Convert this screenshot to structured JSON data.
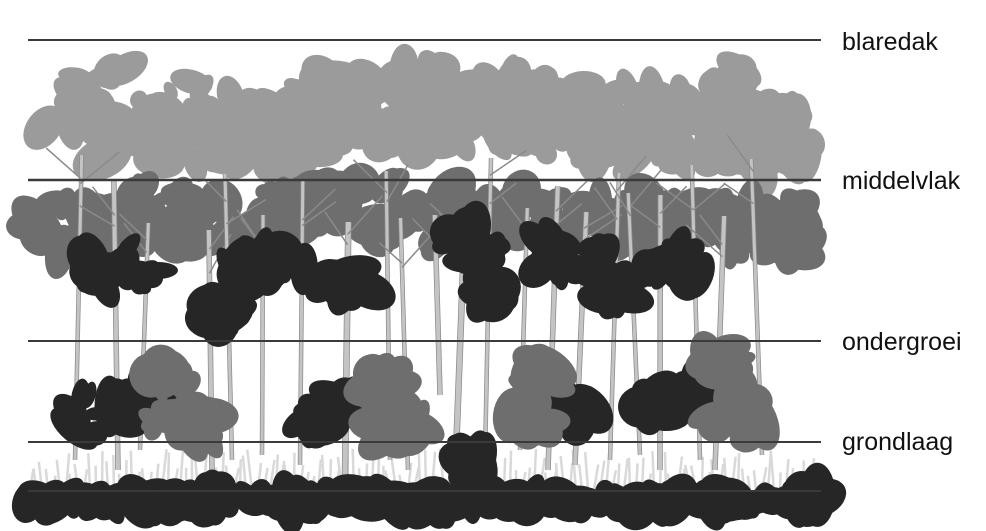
{
  "layers": [
    {
      "label": "blaredak"
    },
    {
      "label": "middelvlak"
    },
    {
      "label": "ondergroei"
    },
    {
      "label": "grondlaag"
    }
  ],
  "colors": {
    "canopy": "#9b9b9b",
    "middle": "#6e6e6e",
    "dark": "#262626",
    "trunk": "#c4c4c4",
    "trunk_outline": "#8a8a8a",
    "grass": "#d9d9d9",
    "line": "#3a3a3a",
    "text": "#111111"
  }
}
